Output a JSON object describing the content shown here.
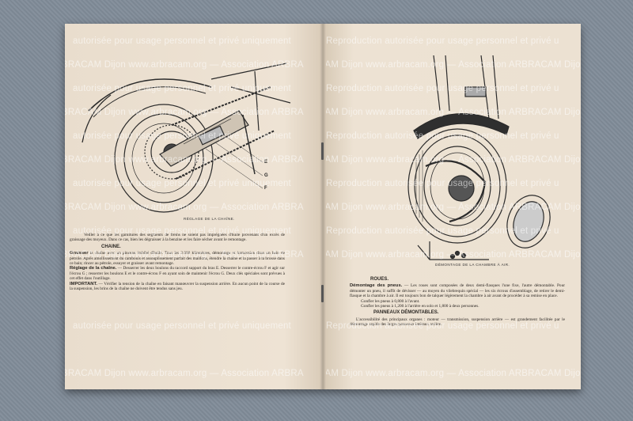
{
  "watermark": {
    "lines_left": [
      "autorisée pour usage personnel et privé uniquement",
      "BRACAM Dijon www.arbracam.org — Association ARBRA",
      "autorisée pour usage personnel et privé uniquement",
      "BRACAM Dijon www.arbracam.org — Association ARBRA",
      "autorisée pour usage personnel et privé uniquement",
      "BRACAM Dijon www.arbracam.org — Association ARBRA",
      "autorisée pour usage personnel et privé uniquement",
      "BRACAM Dijon www.arbracam.org — Association ARBRA",
      "autorisée pour usage personnel et privé uniquement",
      "BRACAM Dijon www.arbracam.org — Association ARBRA",
      "autorisée pour usage personnel et privé uniquement",
      "BRACAM Dijon www.arbracam.org — Association ARBRA"
    ],
    "lines_right": [
      "Reproduction autorisée pour usage personnel et privé u",
      "CAM Dijon www.arbracam.org — Association ARBRACAM Dijon",
      "Reproduction autorisée pour usage personnel et privé u",
      "CAM Dijon www.arbracam.org — Association ARBRACAM Dijon",
      "Reproduction autorisée pour usage personnel et privé u",
      "CAM Dijon www.arbracam.org — Association ARBRACAM Dijon",
      "Reproduction autorisée pour usage personnel et privé u",
      "CAM Dijon www.arbracam.org — Association ARBRACAM Dijon",
      "Reproduction autorisée pour usage personnel et privé u",
      "CAM Dijon www.arbracam.org — Association ARBRACAM Dijon",
      "Reproduction autorisée pour usage personnel et privé u",
      "CAM Dijon www.arbracam.org — Association ARBRACAM Dijon"
    ]
  },
  "left_page": {
    "figure_labels": [
      "E",
      "G",
      "F"
    ],
    "caption": "Réglage de la chaîne.",
    "intro": "Veiller à ce que les garnitures des segments de freins ne soient pas imprégnées d'huile provenant d'un excès de graissage des moyeux. Dans ce cas, bien les dégraisser à la benzine et les faire sécher avant le remontage.",
    "chain_title": "CHAINE.",
    "greasing_label": "Graisser",
    "greasing_text": "la chaîne avec un pinceau imbibé d'huile. Tous les 2.000 kilomètres, démontage et immersion dans un bain de pétrole. Après amollissement du cambouis et assouplissement parfait des maillons, étendre la chaîne et la passer à la brosse dans ce bain; rincer au pétrole, essuyer et graisser avant remontage.",
    "adjust_label": "Réglage de la chaîne.",
    "adjust_text": "— Desserrer les deux boulons du raccord support du bras E. Desserrer le contre-écrou F et agir sur l'écrou G ; resserrer les boulons E et le contre-écrou F en ayant soin de maintenir l'écrou G. Deux clés spéciales sont prévues à cet effet dans l'outillage.",
    "important_label": "IMPORTANT.",
    "important_text": "— Vérifier la tension de la chaîne en faisant manœuvrer la suspension arrière. En aucun point de la course de la suspension, les brins de la chaîne ne doivent être tendus sans jeu."
  },
  "right_page": {
    "caption": "Démontage de la chambre à air.",
    "wheels_title": "ROUES.",
    "tyres_label": "Démontage des pneus.",
    "tyres_text": "— Les roues sont composées de deux demi-flasques l'une fixe, l'autre démontable. Pour démonter un pneu, il suffit de dévisser — au moyen du vilebrequin spécial — les six écrous d'assemblage, de retirer le demi-flasque et la chambre à air. Il est toujours bon de talquer légèrement la chambre à air avant de procéder à sa remise en place.",
    "pressure_front": "Gonfler les pneus à 0,800 à l'avant.",
    "pressure_rear": "Gonfler les pneus à 1,200 à l'arrière en solo et 1,800 à deux personnes.",
    "panels_title": "PANNEAUX DÉMONTABLES.",
    "panels_text": "L'accessibilité des principaux organes : moteur — transmission, suspension arrière — est grandement facilitée par le démontage rapide des larges panneaux latéraux arrière."
  }
}
